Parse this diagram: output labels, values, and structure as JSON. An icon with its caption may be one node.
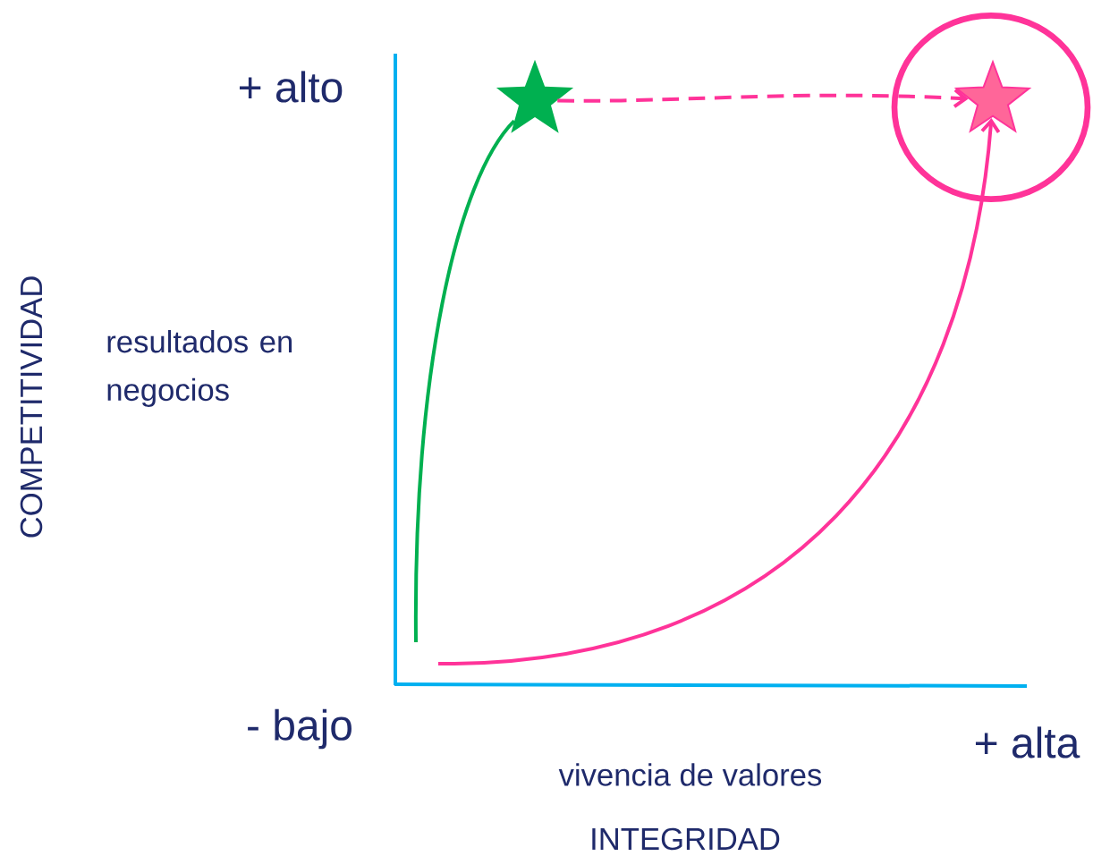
{
  "diagram": {
    "nodes": [
      {
        "text": [],
        "shape": "star"
      },
      {
        "text": [],
        "shape": "circle"
      },
      {
        "text": [],
        "shape": "star",
        "in": 1
      }
    ],
    "edges": [
      {
        "from": null,
        "to": 0,
        "arrow": "none",
        "color": "#00b050"
      },
      {
        "from": null,
        "to": 2,
        "arrow": "to"
      },
      {
        "from": 0,
        "to": 2,
        "arrow": "to",
        "style": "dashed"
      }
    ],
    "labels": [
      "+ alto",
      "COMPETITIVIDAD",
      "resultados en negocios",
      "- bajo",
      "+ alta",
      "vivencia de valores",
      "INTEGRIDAD"
    ]
  }
}
